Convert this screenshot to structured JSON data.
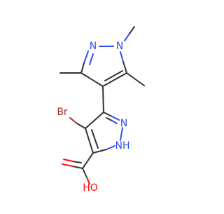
{
  "colors": {
    "background": "#ffffff",
    "carbon": "#333333",
    "nitrogen": "#3050f8",
    "oxygen": "#ff0d0d",
    "bromine": "#a62929"
  },
  "atoms": {
    "n_top_left": "N",
    "n_top_right": "N",
    "br": "Br",
    "n_right_upper": "N",
    "nh": "NH",
    "oh": "HO"
  }
}
